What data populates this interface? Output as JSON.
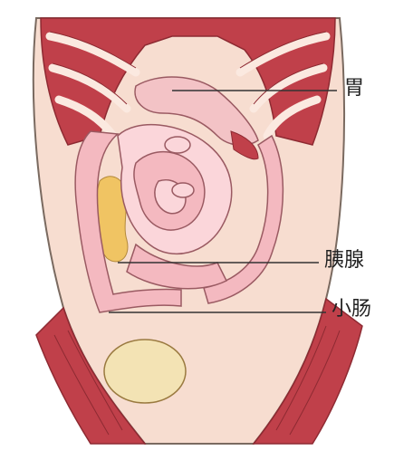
{
  "labels": {
    "stomach": "胃",
    "pancreas": "胰腺",
    "small_intestine": "小肠"
  },
  "colors": {
    "muscle": "#c0404a",
    "muscle_dark": "#8e2a32",
    "rib": "#fbe9e0",
    "skin": "#f7ddd0",
    "skin_outline": "#7a6a60",
    "intestine": "#f4b9c0",
    "intestine_light": "#fbd6da",
    "intestine_outline": "#9a5a62",
    "stomach": "#f3c3c6",
    "pancreas": "#f0c463",
    "bladder": "#f3e3b4",
    "leader_line": "#333333",
    "text": "#222222"
  }
}
